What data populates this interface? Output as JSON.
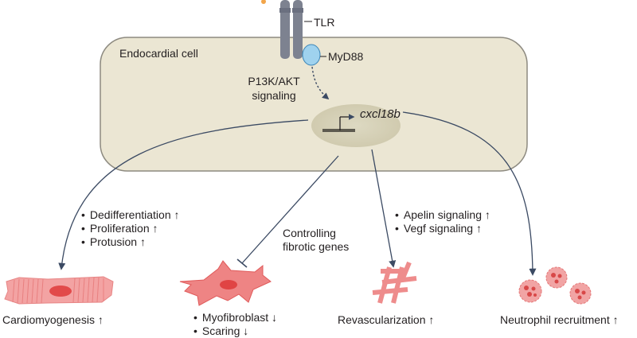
{
  "cell": {
    "title": "Endocardial cell",
    "receptor": "TLR",
    "adaptor": "MyD88",
    "pathway": "P13K/AKT signaling",
    "gene": "cxcl18b"
  },
  "outcomes": {
    "cardio": {
      "effects": [
        "Dedifferentiation ↑",
        "Proliferation ↑",
        "Protusion ↑"
      ],
      "label": "Cardiomyogenesis ↑"
    },
    "fibro": {
      "mechanism": "Controlling fibrotic genes",
      "effects": [
        "Myofibroblast ↓",
        "Scaring ↓"
      ]
    },
    "revasc": {
      "effects": [
        "Apelin signaling ↑",
        "Vegf signaling ↑"
      ],
      "label": "Revascularization ↑"
    },
    "neutro": {
      "label": "Neutrophil recruitment ↑"
    }
  },
  "colors": {
    "cell_fill": "#ebe6d3",
    "cell_stroke": "#8d8a80",
    "receptor": "#7d8290",
    "adaptor": "#9fd2ee",
    "arrow": "#3b4a63",
    "muscle": "#f08d8d",
    "nucleus": "#e24a4a",
    "vessel": "#ee8c8c"
  }
}
